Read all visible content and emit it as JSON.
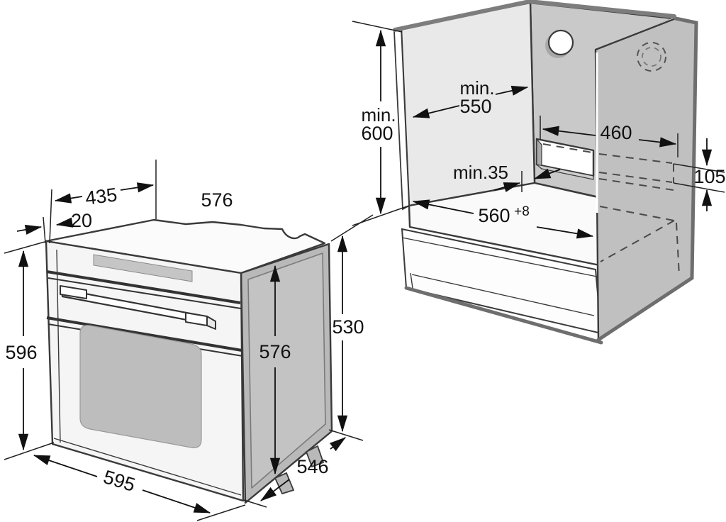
{
  "diagram": {
    "oven": {
      "dim_top_offset": "435",
      "dim_front_lip": "20",
      "dim_top_width": "576",
      "dim_height": "596",
      "dim_width": "595",
      "dim_depth": "546",
      "dim_side_height": "576",
      "dim_back_height": "530"
    },
    "cabinet": {
      "dim_height_min_label": "min.",
      "dim_height_min_value": "600",
      "dim_depth_min_label": "min.",
      "dim_depth_min_value": "550",
      "dim_niche_width": "460",
      "dim_niche_clearance": "min.35",
      "dim_niche_height": "105",
      "dim_opening_width": "560",
      "dim_opening_tolerance": "+8"
    }
  }
}
